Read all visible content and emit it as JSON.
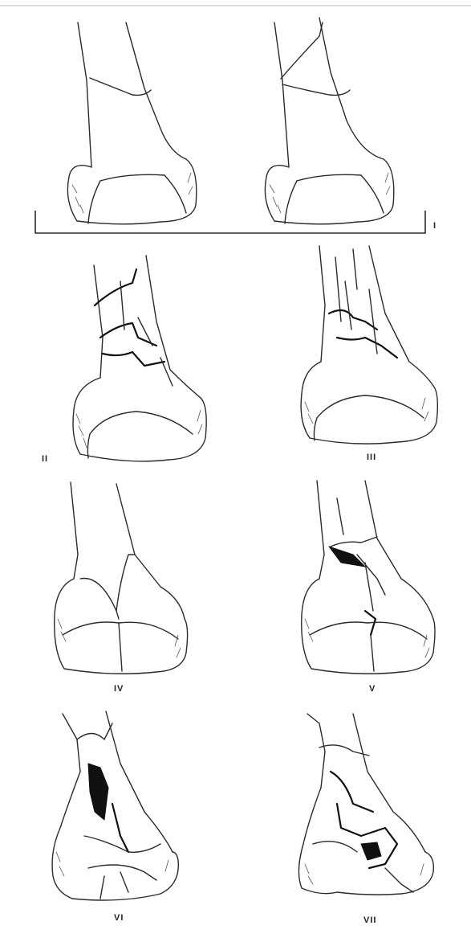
{
  "labels": {
    "type_1": "I",
    "type_2": "II",
    "type_3": "III",
    "type_4": "IV",
    "type_5": "V",
    "type_6": "VI",
    "type_7": "VII"
  }
}
